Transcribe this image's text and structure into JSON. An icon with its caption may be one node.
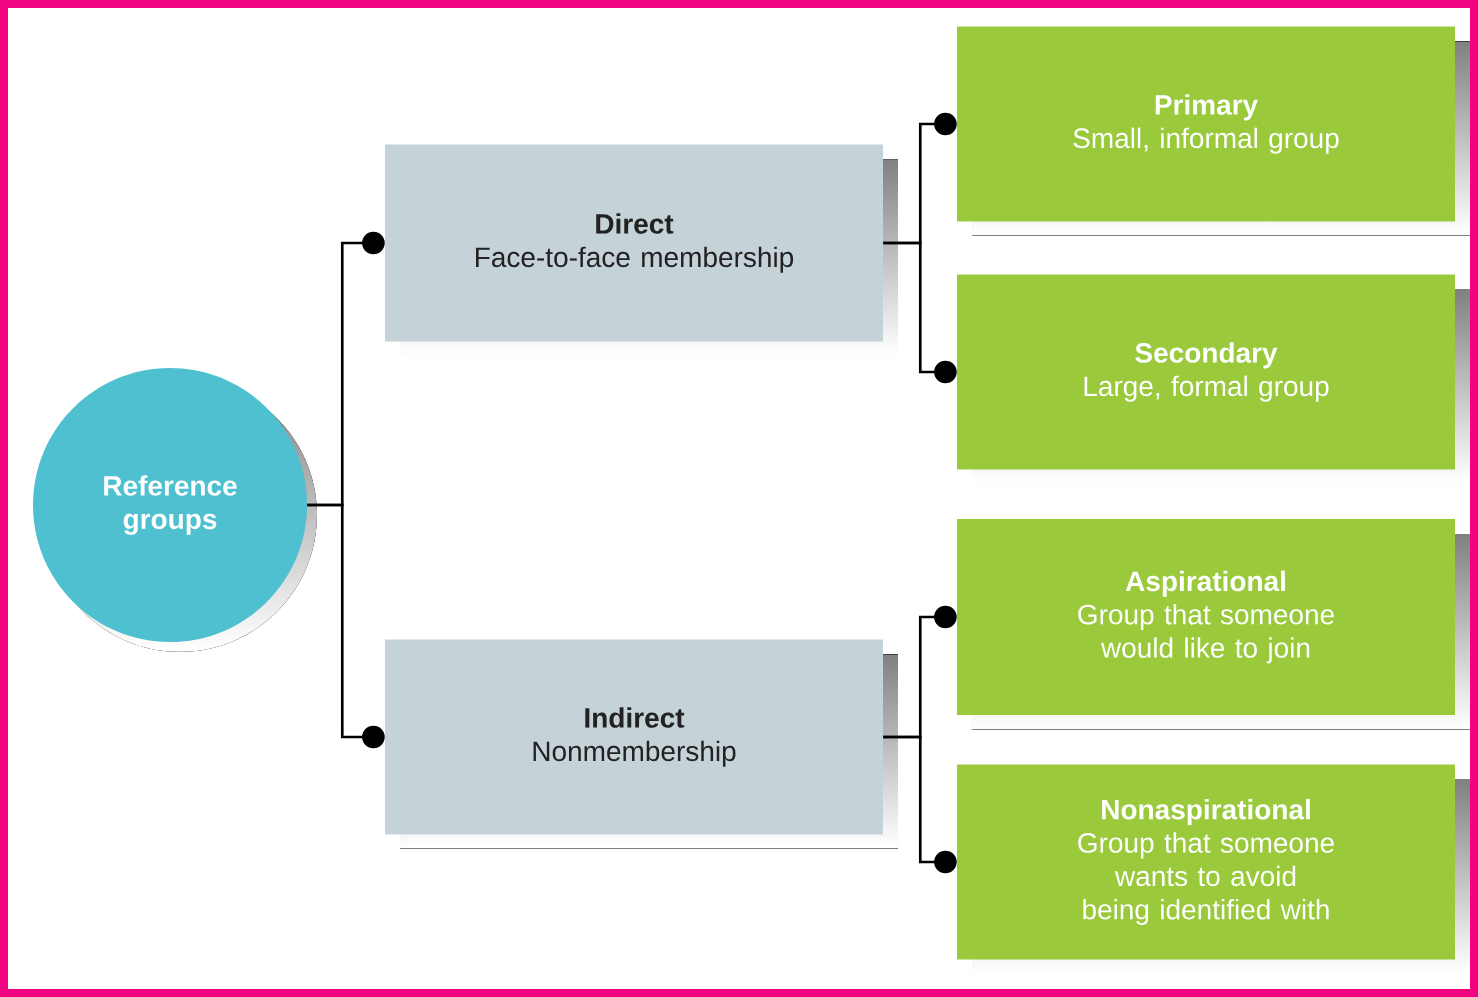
{
  "diagram": {
    "nodes": [
      {
        "text": [
          "Reference groups"
        ]
      },
      {
        "text": [
          "Direct",
          "Face-to-face membership"
        ]
      },
      {
        "text": [
          "Indirect",
          "Nonmembership"
        ]
      },
      {
        "text": [
          "Primary",
          "Small, informal group"
        ]
      },
      {
        "text": [
          "Secondary",
          "Large, formal group"
        ]
      },
      {
        "text": [
          "Aspirational",
          "Group that someone would like to join"
        ]
      },
      {
        "text": [
          "Nonaspirational",
          "Group that someone wants to avoid being identified with"
        ]
      }
    ],
    "edges": [
      {
        "from": 0,
        "to": 1,
        "arrow": "other"
      },
      {
        "from": 0,
        "to": 2,
        "arrow": "other"
      },
      {
        "from": 1,
        "to": 3,
        "arrow": "other"
      },
      {
        "from": 1,
        "to": 4,
        "arrow": "other"
      },
      {
        "from": 2,
        "to": 5,
        "arrow": "other"
      },
      {
        "from": 2,
        "to": 6,
        "arrow": "other"
      }
    ]
  }
}
